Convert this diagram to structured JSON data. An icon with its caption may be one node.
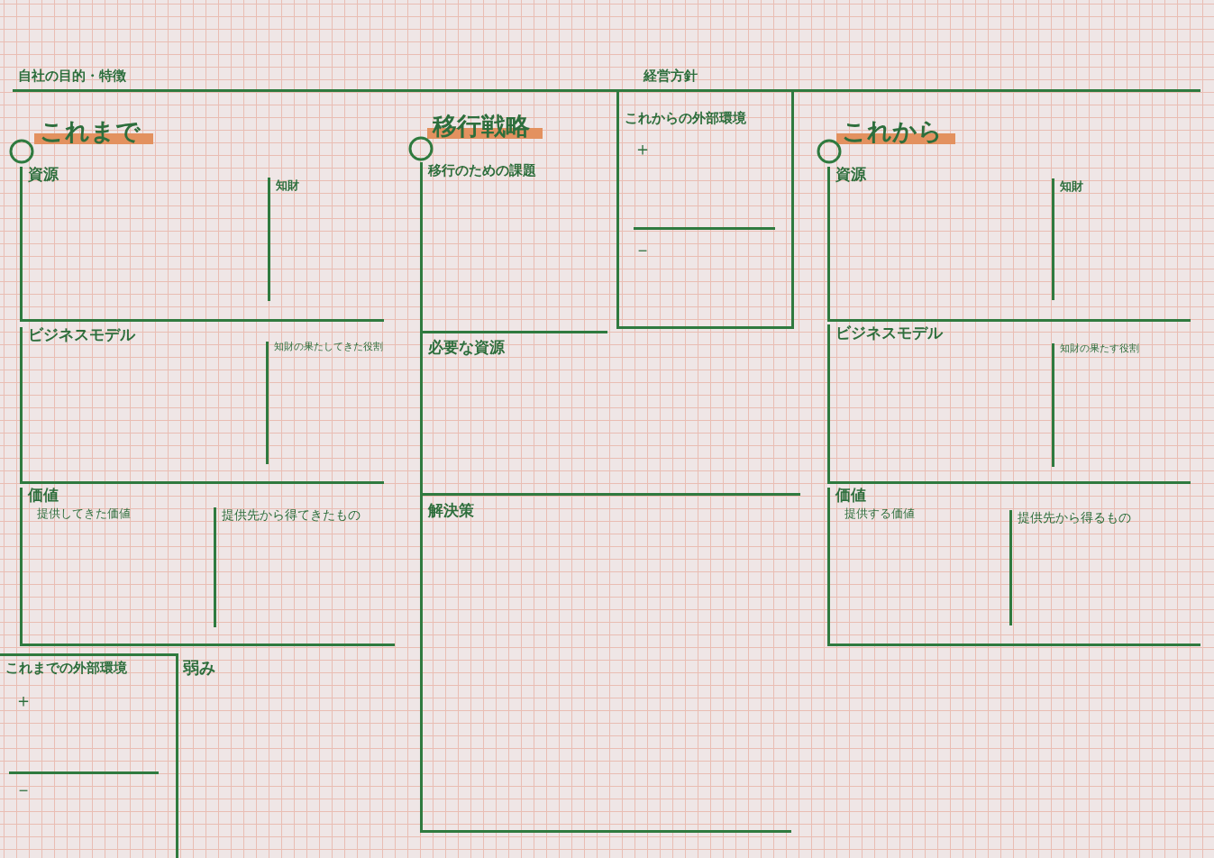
{
  "diagram": {
    "nodes": [
      {
        "text": [
          "自社の目的・特徴"
        ]
      },
      {
        "text": [
          "経営方針"
        ]
      },
      {
        "text": [
          "資源"
        ]
      },
      {
        "text": [
          "知財"
        ],
        "in": 2
      },
      {
        "text": [
          "ビジネスモデル"
        ]
      },
      {
        "text": [
          "知財の果たしてきた役割"
        ],
        "in": 4
      },
      {
        "text": [
          "価値",
          "提供してきた価値"
        ]
      },
      {
        "text": [
          "提供先から得てきたもの"
        ],
        "in": 6
      },
      {
        "text": [
          "これまでの外部環境",
          "＋",
          "－"
        ]
      },
      {
        "text": [
          "弱み"
        ]
      },
      {
        "text": [
          "移行のための課題"
        ]
      },
      {
        "text": [
          "これからの外部環境",
          "＋",
          "－"
        ]
      },
      {
        "text": [
          "必要な資源"
        ]
      },
      {
        "text": [
          "解決策"
        ]
      },
      {
        "text": [
          "資源"
        ]
      },
      {
        "text": [
          "知財"
        ],
        "in": 14
      },
      {
        "text": [
          "ビジネスモデル"
        ]
      },
      {
        "text": [
          "知財の果たす役割"
        ],
        "in": 16
      },
      {
        "text": [
          "価値",
          "提供する価値"
        ]
      },
      {
        "text": [
          "提供先から得るもの"
        ],
        "in": 18
      }
    ],
    "edges": [],
    "labels": [
      "これまで",
      "移行戦略",
      "これから"
    ]
  }
}
